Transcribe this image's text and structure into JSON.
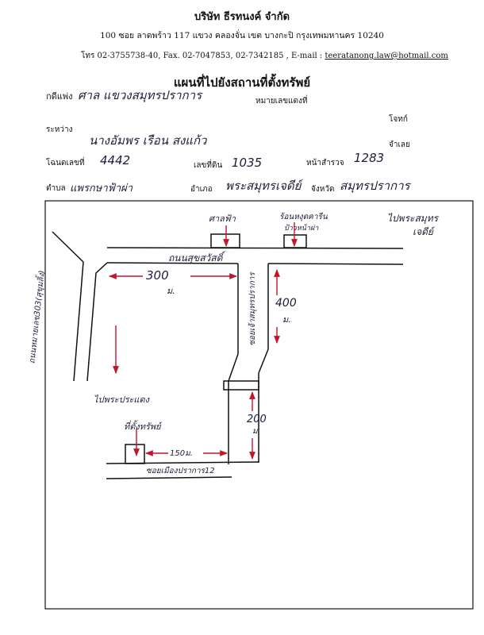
{
  "header": {
    "company": "บริษัท ธีรทนงค์ จำกัด",
    "address": "100  ซอย ลาดพร้าว 117   แขวง คลองจั่น   เขต บางกะปิ  กรุงเทพมหานคร  10240",
    "contact_prefix": "โทร  02-3755738-40, Fax.  02-7047853, 02-7342185 , E-mail : ",
    "email": "teeratanong.law@hotmail.com"
  },
  "doc_title": "แผนที่ไปยังสถานที่ตั้งทรัพย์",
  "form": {
    "court_label": "กดีแพ่ง",
    "court_value": "ศาล แขวงสมุทรปราการ",
    "black_case_label": "หมายเลขแดงที่",
    "plaintiff_label": "โจทก์",
    "between_label": "ระหว่าง",
    "between_value": "นางอัมพร เรือน  สงแก้ว",
    "defendant_label": "จำเลย",
    "deed_label": "โฉนดเลขที่",
    "deed_value": "4442",
    "land_no_label": "เลขที่ดิน",
    "land_no_value": "1035",
    "survey_label": "หน้าสำรวจ",
    "survey_value": "1283",
    "tambon_label": "ตำบล",
    "tambon_value": "แพรกษาฟ้าผ่า",
    "amphoe_label": "อำเภอ",
    "amphoe_value": "พระสมุทรเจดีย์",
    "province_label": "จังหวัด",
    "province_value": "สมุทรปราการ"
  },
  "map": {
    "sala_fa": "ศาลฟ้า",
    "school_line1": "ร้อนหงุดคารีน",
    "school_line2": "ป้าวหน้าผ่า",
    "to_phra_samut_1": "ไปพระสมุทร",
    "to_phra_samut_2": "เจดีย์",
    "main_road": "ถนนสุขสวัสดิ์",
    "left_road": "ถนนหมายเลข303(สุขุมลิ้ง)",
    "dist_300": "300",
    "unit_300": "ม.",
    "soi_main": "ซอยเจ้าสมุทรปราการ",
    "dist_400": "400",
    "unit_400": "ม.",
    "to_phra_pradaeng": "ไปพระประแดง",
    "property": "ที่ตั้งทรัพย์",
    "dist_150": "150ม.",
    "dist_200": "200",
    "unit_200": "ม.",
    "soi_bottom": "ซอยเมืองปราการ12"
  }
}
